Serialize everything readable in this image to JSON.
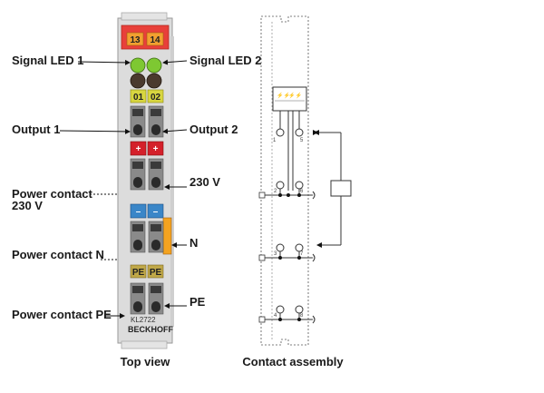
{
  "labels": {
    "signal_led_1": "Signal LED 1",
    "signal_led_2": "Signal LED 2",
    "output_1": "Output 1",
    "output_2": "Output 2",
    "v230": "230 V",
    "power_contact_230_l1": "Power contact",
    "power_contact_230_l2": "230 V",
    "n": "N",
    "power_contact_n": "Power contact N",
    "pe": "PE",
    "power_contact_pe": "Power contact PE"
  },
  "terminal": {
    "ch1": "13",
    "ch2": "14",
    "led_label_1": "01",
    "led_label_2": "02",
    "plus": "+",
    "minus": "–",
    "pe1": "PE",
    "pe2": "PE",
    "model": "KL2722",
    "brand": "BECKHOFF"
  },
  "contacts": {
    "top_left": "1",
    "top_right": "5",
    "row2_left": "2",
    "row2_right": "6",
    "row3_left": "3",
    "row3_right": "7",
    "row4_left": "4",
    "row4_right": "8"
  },
  "captions": {
    "top_view": "Top view",
    "contact_assembly": "Contact assembly"
  },
  "colors": {
    "red_header": "#e8403a",
    "orange_label": "#f2a030",
    "green_led": "#7ec832",
    "dark_led": "#4a3a2e",
    "yellow_label": "#d8d640",
    "red_plus": "#d4202a",
    "blue_minus": "#3a86c8",
    "pe_label": "#c0a848",
    "orange_side": "#f4a320",
    "housing": "#dedede"
  }
}
